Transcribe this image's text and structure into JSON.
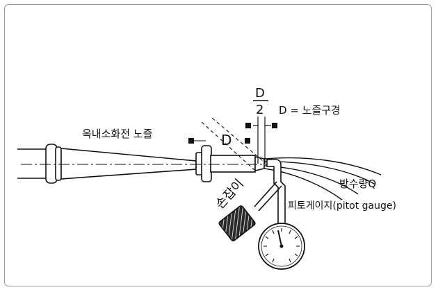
{
  "labels": {
    "nozzle": "옥내소화전 노즐",
    "d_symbol": "D",
    "half_numerator": "D",
    "half_denominator": "2",
    "d_definition": "D = 노즐구경",
    "discharge": "방수량Q",
    "handle": "손잡이",
    "gauge": "피토게이지(pitot gauge)"
  },
  "colors": {
    "line": "#111111",
    "frame": "#9a9a9a",
    "background": "#ffffff"
  }
}
